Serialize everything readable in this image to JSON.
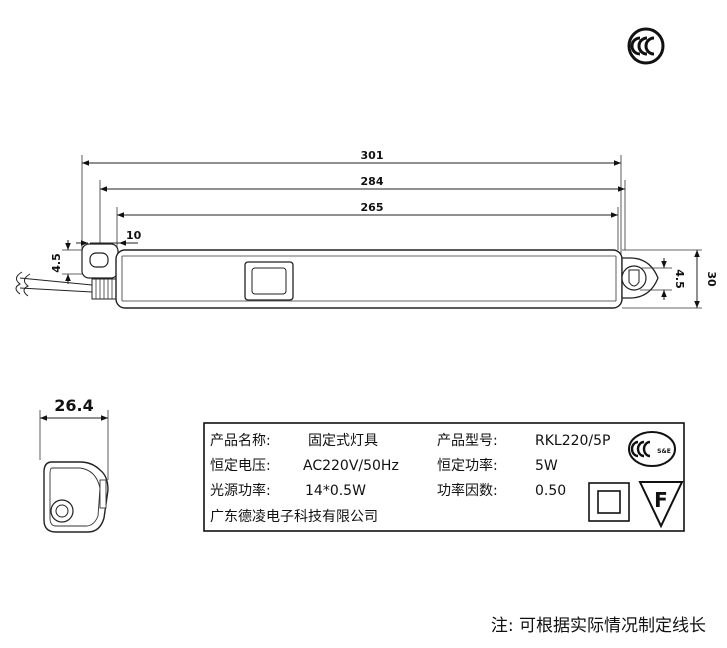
{
  "dimensions": {
    "overall_length": "301",
    "mount_hole_span": "284",
    "tube_length": "265",
    "end_offset": "10",
    "slot_height_left": "4.5",
    "slot_height_right": "4.5",
    "height": "30",
    "end_view_width": "26.4"
  },
  "label": {
    "product_name_label": "产品名称:",
    "product_name_value": "固定式灯具",
    "model_label": "产品型号:",
    "model_value": "RKL220/5P",
    "voltage_label": "恒定电压:",
    "voltage_value": "AC220V/50Hz",
    "power_label": "恒定功率:",
    "power_value": "5W",
    "source_label": "光源功率:",
    "source_value": "14*0.5W",
    "factor_label": "功率因数:",
    "factor_value": "0.50",
    "company": "广东德凌电子科技有限公司",
    "f_mark": "F",
    "cert_small": "S&E"
  },
  "note": "注: 可根据实际情况制定线长",
  "icons": [
    "ccc-mark-icon",
    "ccc-se-mark-icon",
    "double-insulation-icon",
    "f-mark-icon",
    "wire-icon"
  ]
}
